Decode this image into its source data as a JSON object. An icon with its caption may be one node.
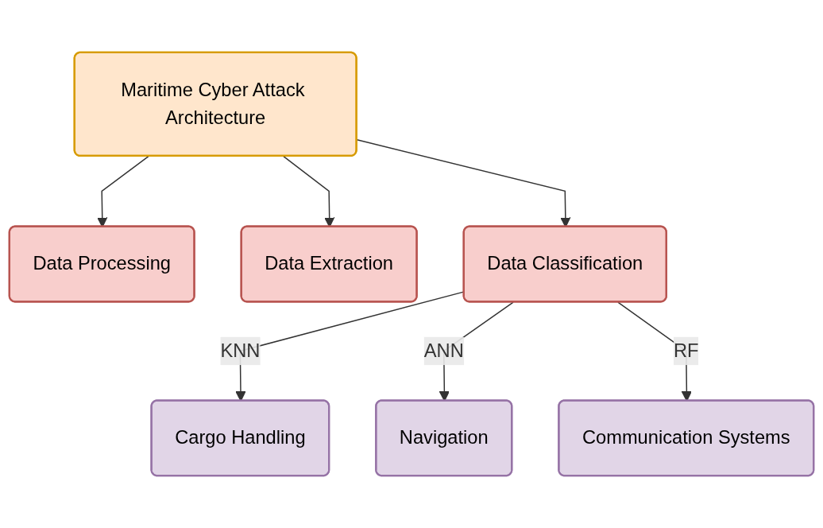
{
  "diagram": {
    "nodes": [
      {
        "text": [
          "Maritime Cyber Attack Architecture"
        ]
      },
      {
        "text": [
          "Data Processing"
        ]
      },
      {
        "text": [
          "Data Extraction"
        ]
      },
      {
        "text": [
          "Data Classification"
        ]
      },
      {
        "text": [
          "Cargo Handling"
        ]
      },
      {
        "text": [
          "Navigation"
        ]
      },
      {
        "text": [
          "Communication Systems"
        ]
      }
    ],
    "edges": [
      {
        "from": 0,
        "to": 1,
        "arrow": "to"
      },
      {
        "from": 0,
        "to": 2,
        "arrow": "to"
      },
      {
        "from": 0,
        "to": 3,
        "arrow": "to"
      },
      {
        "from": 3,
        "to": 4,
        "arrow": "to",
        "label": "KNN"
      },
      {
        "from": 3,
        "to": 5,
        "arrow": "to",
        "label": "ANN"
      },
      {
        "from": 3,
        "to": 6,
        "arrow": "to",
        "label": "RF"
      }
    ]
  }
}
